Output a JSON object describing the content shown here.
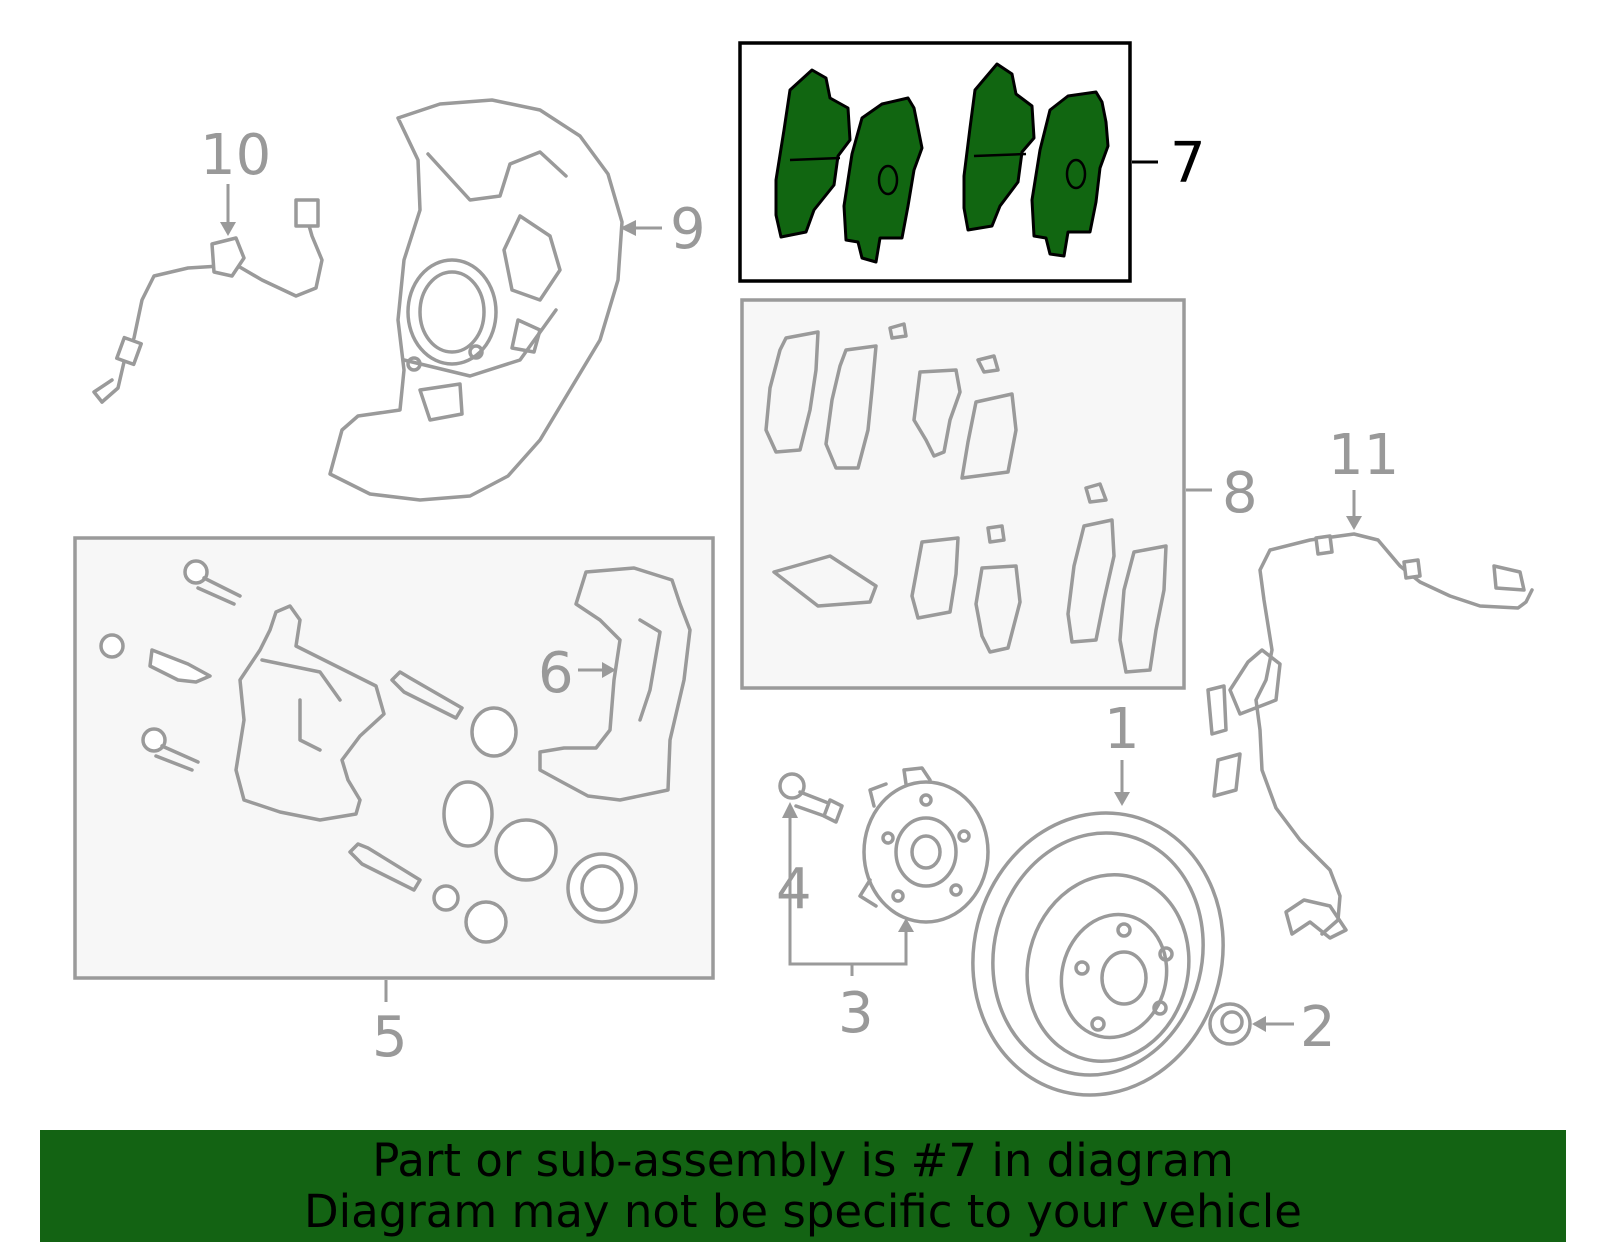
{
  "callouts": {
    "c1": "1",
    "c2": "2",
    "c3": "3",
    "c4": "4",
    "c5": "5",
    "c6": "6",
    "c7": "7",
    "c8": "8",
    "c9": "9",
    "c10": "10",
    "c11": "11"
  },
  "banner": {
    "line1": "Part or sub-assembly is #7 in diagram",
    "line2": "Diagram may not be specific to your vehicle"
  },
  "colors": {
    "highlight": "#116611",
    "banner": "#136313",
    "part_stroke": "#9a9a9a",
    "callout_text": "#999999"
  }
}
